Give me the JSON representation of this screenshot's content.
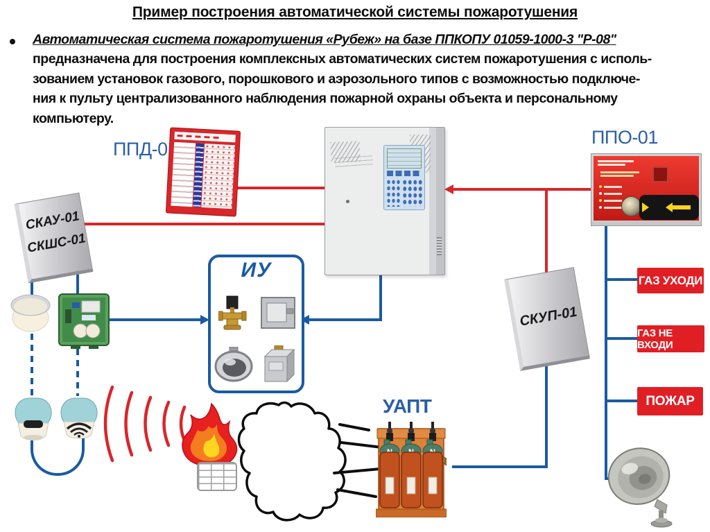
{
  "slide": {
    "title": "Пример построения автоматической системы пожаротушения",
    "bullet_lead": "Автоматическая система пожаротушения «Рубеж» на базе ППКОПУ 01059-1000-3 \"Р-08\"",
    "bullet_lines": [
      "предназначена для построения комплексных автоматических систем пожаротушения с исполь-",
      "зованием установок газового, порошкового и аэрозольного типов с возможностью подключе-",
      "ния к пульту централизованного наблюдения пожарной охраны объекта и персональному",
      "компьютеру."
    ]
  },
  "diagram": {
    "labels": {
      "ppd": "ППД-01",
      "skau1": "СКАУ-01",
      "skau2": "СКШС-01",
      "iu": "ИУ",
      "ppo": "ППО-01",
      "skup": "СКУП-01",
      "uapt": "УАПТ"
    },
    "signs": [
      {
        "label": "ГАЗ УХОДИ"
      },
      {
        "label": "ГАЗ НЕ ВХОДИ"
      },
      {
        "label": "ПОЖАР"
      }
    ],
    "colors": {
      "signal_red": "#d8262b",
      "signal_blue": "#1a5aa3",
      "label_blue": "#2b5fa5",
      "sign_red": "#e01f25"
    }
  }
}
